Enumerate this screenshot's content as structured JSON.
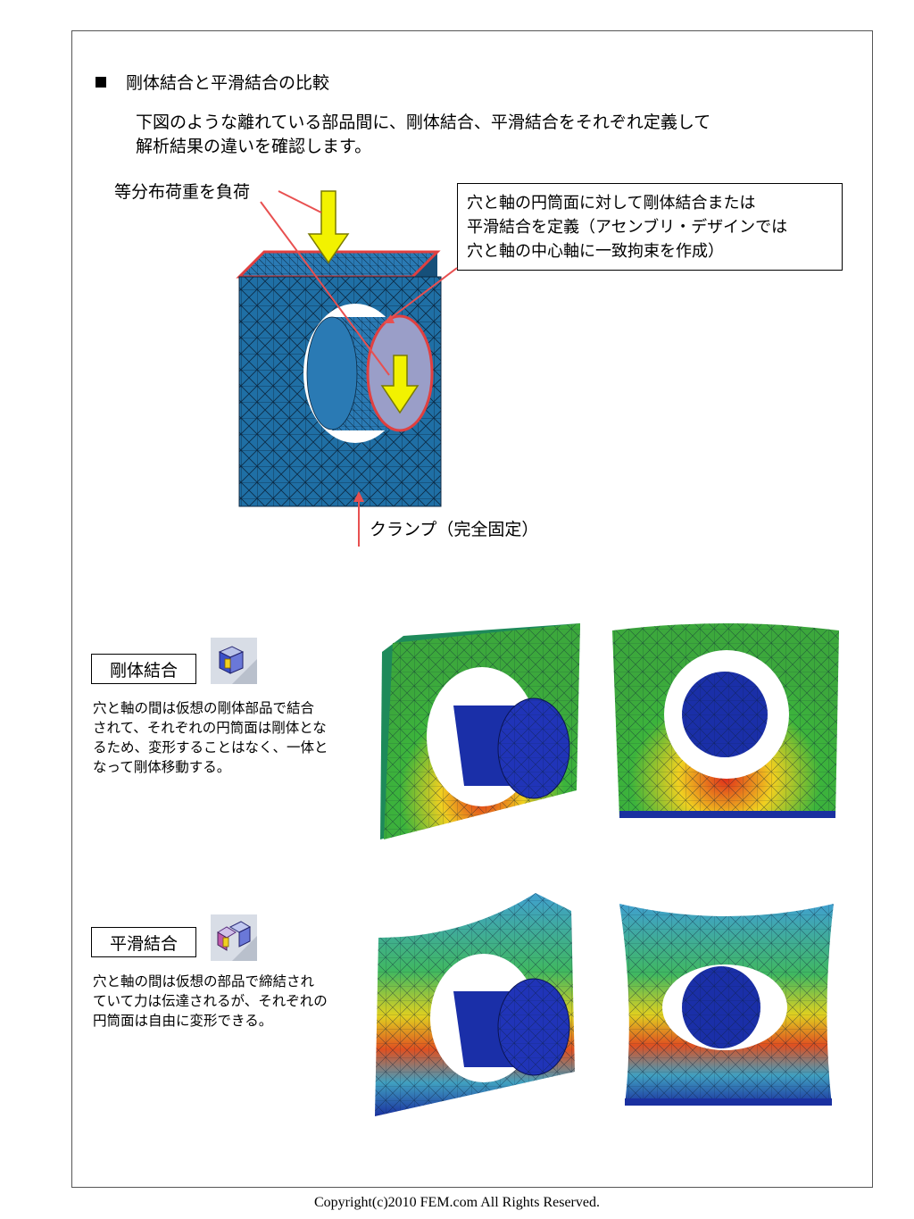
{
  "heading": {
    "text": "剛体結合と平滑結合の比較"
  },
  "intro": {
    "line1": "下図のような離れている部品間に、剛体結合、平滑結合をそれぞれ定義して",
    "line2": "解析結果の違いを確認します。"
  },
  "labels": {
    "load": "等分布荷重を負荷",
    "clamp": "クランプ（完全固定）"
  },
  "callout": {
    "line1": "穴と軸の円筒面に対して剛体結合または",
    "line2": "平滑結合を定義（アセンブリ・デザインでは",
    "line3": "穴と軸の中心軸に一致拘束を作成）"
  },
  "rigid": {
    "title": "剛体結合",
    "icon": "rigid-connection-icon",
    "desc": [
      "穴と軸の間は仮想の剛体部品で結合",
      "されて、それぞれの円筒面は剛体とな",
      "るため、変形することはなく、一体と",
      "なって剛体移動する。"
    ]
  },
  "smooth": {
    "title": "平滑結合",
    "icon": "smooth-connection-icon",
    "desc": [
      "穴と軸の間は仮想の部品で締結され",
      "ていて力は伝達されるが、それぞれの",
      "円筒面は自由に変形できる。"
    ]
  },
  "colors": {
    "mesh_blue": "#1f6fa5",
    "arrow_yellow": "#f2f200",
    "highlight_red": "#e04040",
    "shaft_blue": "#1a2fa8"
  },
  "footer": {
    "copyright": "Copyright(c)2010 FEM.com All Rights Reserved."
  }
}
